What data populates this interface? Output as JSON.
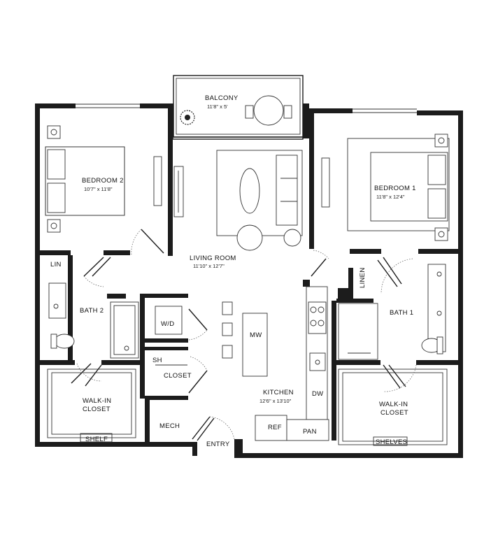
{
  "rooms": {
    "balcony": {
      "name": "BALCONY",
      "dims": "11'8\" x 5'"
    },
    "bedroom2": {
      "name": "BEDROOM 2",
      "dims": "10'7\" x 11'8\""
    },
    "bedroom1": {
      "name": "BEDROOM 1",
      "dims": "11'8\" x 12'4\""
    },
    "living": {
      "name": "LIVING ROOM",
      "dims": "11'10\" x 12'7\""
    },
    "kitchen": {
      "name": "KITCHEN",
      "dims": "12'6\" x 13'10\""
    },
    "bath2": {
      "name": "BATH 2"
    },
    "bath1": {
      "name": "BATH 1"
    },
    "wic_left": {
      "line1": "WALK-IN",
      "line2": "CLOSET"
    },
    "wic_right": {
      "line1": "WALK-IN",
      "line2": "CLOSET"
    },
    "closet": {
      "name": "CLOSET"
    },
    "mech": {
      "name": "MECH"
    },
    "entry": {
      "name": "ENTRY"
    }
  },
  "fixtures": {
    "lin": "LIN",
    "linen": "LINEN",
    "wd": "W/D",
    "sh": "SH",
    "mw": "MW",
    "dw": "DW",
    "ref": "REF",
    "pan": "PAN",
    "shelf": "SHELF",
    "shelves": "SHELVES"
  }
}
